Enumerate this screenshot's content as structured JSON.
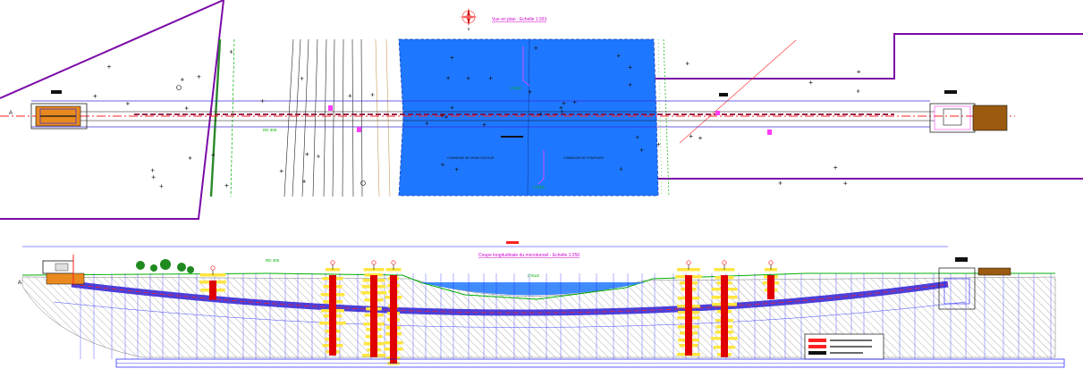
{
  "plan_view": {
    "title": "Vue en plan - Echelle 1:333",
    "section_marker": "A",
    "green_labels": [
      "RD 300",
      "L'ISLE",
      "L'ISLE"
    ],
    "bank_left": "COMMUNE DE MONCONTOUR",
    "bank_right": "COMMUNE DE POMPIGNY"
  },
  "profile_view": {
    "title": "Coupe longitudinale du microtunnel - Echelle 1:250",
    "section_marker": "A",
    "green_labels": [
      "RD 300",
      "L'ISLE"
    ]
  },
  "colors": {
    "water": "#1e78ff",
    "boundary": "#7a0aa6",
    "tunnel": "#3a2bd6",
    "pipeline_center": "#ff2020",
    "borehole_fill": "#ffe640",
    "borehole_core": "#e00000",
    "pit_brown": "#9a5a10",
    "tree_green": "#1f8a1f",
    "ground_green": "#00b000"
  },
  "icons": [
    "north-arrow-icon",
    "tree-icon"
  ]
}
